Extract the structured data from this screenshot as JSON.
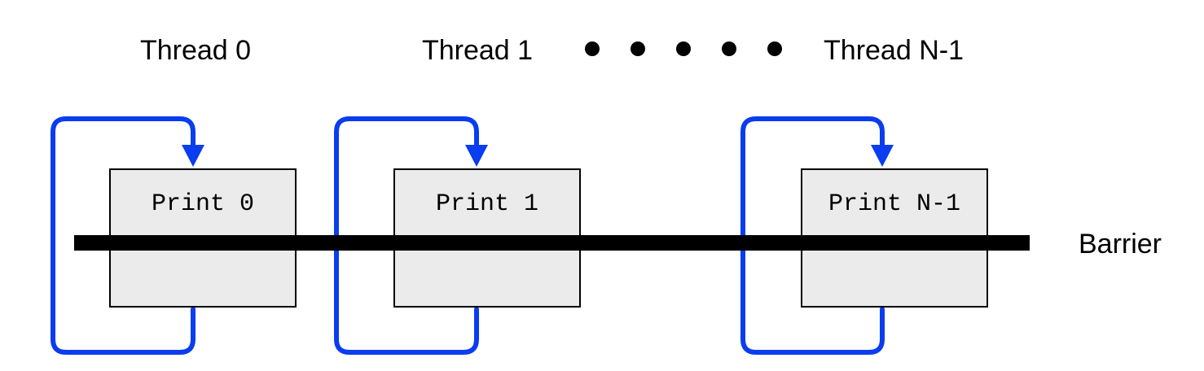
{
  "threads": [
    {
      "label": "Thread 0",
      "box_label": "Print 0"
    },
    {
      "label": "Thread 1",
      "box_label": "Print 1"
    },
    {
      "label": "Thread N-1",
      "box_label": "Print N-1"
    }
  ],
  "ellipsis_dot_count": 5,
  "barrier_label": "Barrier",
  "colors": {
    "loop": "#0a3cf0",
    "box_fill": "#ebebeb",
    "barrier": "#000000",
    "text": "#000000",
    "background": "#ffffff"
  }
}
